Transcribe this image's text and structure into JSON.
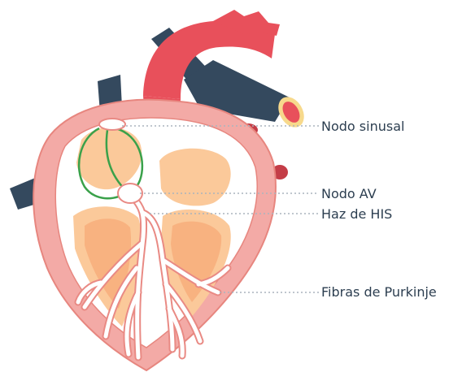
{
  "labels": {
    "sinusal": "Nodo sinusal",
    "av": "Nodo AV",
    "his": "Haz de HIS",
    "purkinje": "Fibras de Purkinje"
  },
  "colors": {
    "vessel_blue": "#34495e",
    "vessel_red": "#e8505b",
    "vessel_red_dark": "#c43d47",
    "myocardium": "#f3aaa6",
    "myocardium_outline": "#e7867f",
    "chamber_fill": "#fbc99a",
    "chamber_inner": "#f8b280",
    "conduction_white": "#ffffff",
    "conduction_outline": "#e98a84",
    "sa_pathway": "#3aa14a",
    "leader_line": "#aab4bd",
    "text": "#2c3e50",
    "vessel_ring": "#f7d98c"
  }
}
